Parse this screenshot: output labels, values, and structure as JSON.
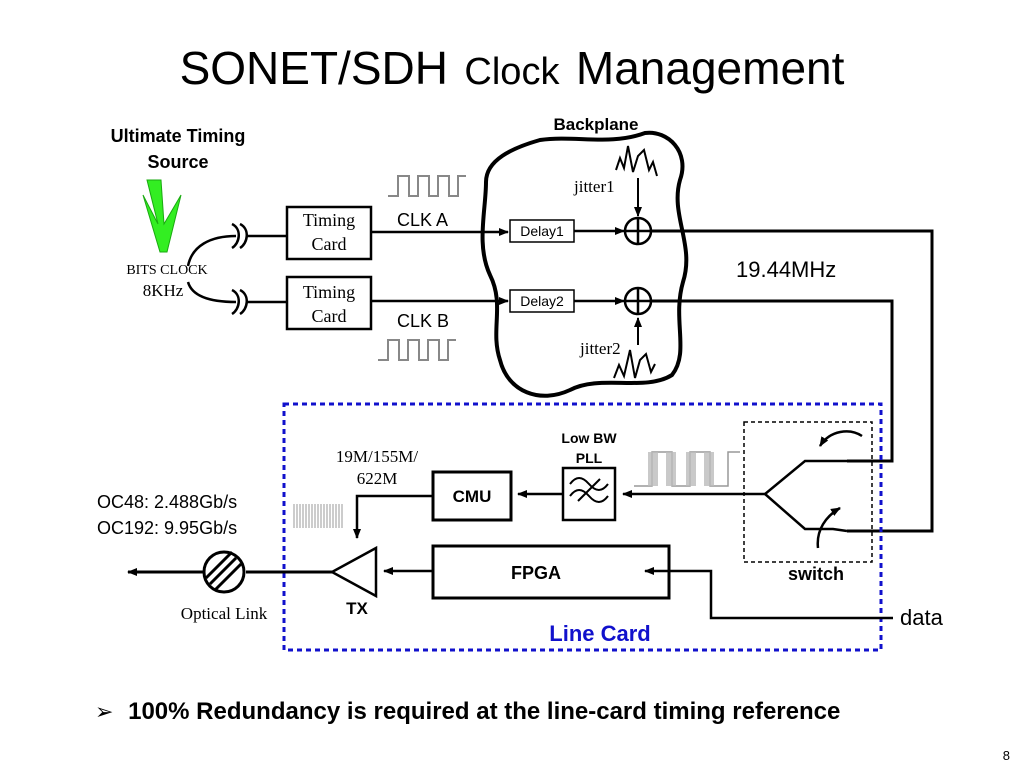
{
  "slide": {
    "title_main": "SONET/SDH",
    "title_mid": "Clock",
    "title_end": "Management",
    "page_number": "8"
  },
  "diagram": {
    "source_line1": "Ultimate Timing",
    "source_line2": "Source",
    "bits_clock": "BITS CLOCK",
    "bits_freq": "8KHz",
    "timing_card_a_line1": "Timing",
    "timing_card_a_line2": "Card",
    "timing_card_b_line1": "Timing",
    "timing_card_b_line2": "Card",
    "clk_a": "CLK A",
    "clk_b": "CLK B",
    "backplane": "Backplane",
    "delay1": "Delay1",
    "delay2": "Delay2",
    "jitter1": "jitter1",
    "jitter2": "jitter2",
    "freq_label": "19.44MHz",
    "pll_line1": "Low BW",
    "pll_line2": "PLL",
    "cmu": "CMU",
    "fpga": "FPGA",
    "rate_line1": "19M/155M/",
    "rate_line2": "622M",
    "oc48": "OC48: 2.488Gb/s",
    "oc192": "OC192: 9.95Gb/s",
    "tx": "TX",
    "optical_link": "Optical Link",
    "switch": "switch",
    "data": "data",
    "line_card": "Line Card"
  },
  "bullet": {
    "symbol": "➢",
    "text": "100% Redundancy is required at the line-card timing reference"
  },
  "colors": {
    "green_arrow": "#33ee22",
    "line_card_blue": "#1111cc",
    "black": "#000000"
  }
}
